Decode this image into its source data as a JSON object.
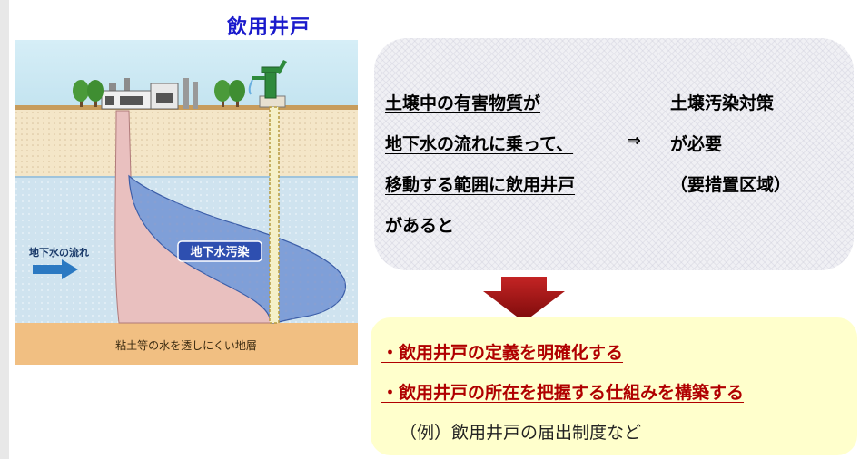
{
  "title": "飲用井戸",
  "illustration": {
    "flow_label": "地下水の流れ",
    "contamination_label": "地下水汚染",
    "layer_label": "粘土等の水を透しにくい地層"
  },
  "condition": {
    "lines": [
      "土壌中の有害物質が",
      "地下水の流れに乗って、",
      "移動する範囲に飲用井戸",
      "があると"
    ],
    "arrow": "⇒",
    "result_lines": [
      "土壌汚染対策",
      "が必要",
      "（要措置区域）"
    ]
  },
  "actions": {
    "items": [
      "・飲用井戸の定義を明確化する",
      "・飲用井戸の所在を把握する仕組みを構築する"
    ],
    "example": "（例）飲用井戸の届出制度など"
  },
  "colors": {
    "title": "#1a1acc",
    "highlight_red": "#b00000",
    "box_yellow": "#ffffcc",
    "arrow_red": "#aa1010"
  }
}
